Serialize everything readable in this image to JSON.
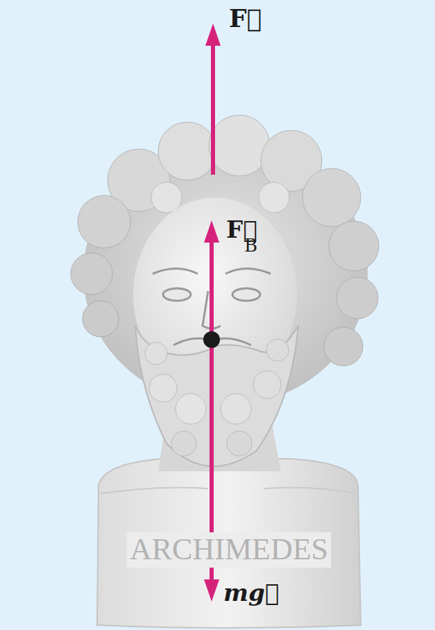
{
  "diagram": {
    "labels": [
      "F⃗",
      "F⃗",
      "B",
      "mg⃗",
      "ARCHIMEDES"
    ]
  }
}
